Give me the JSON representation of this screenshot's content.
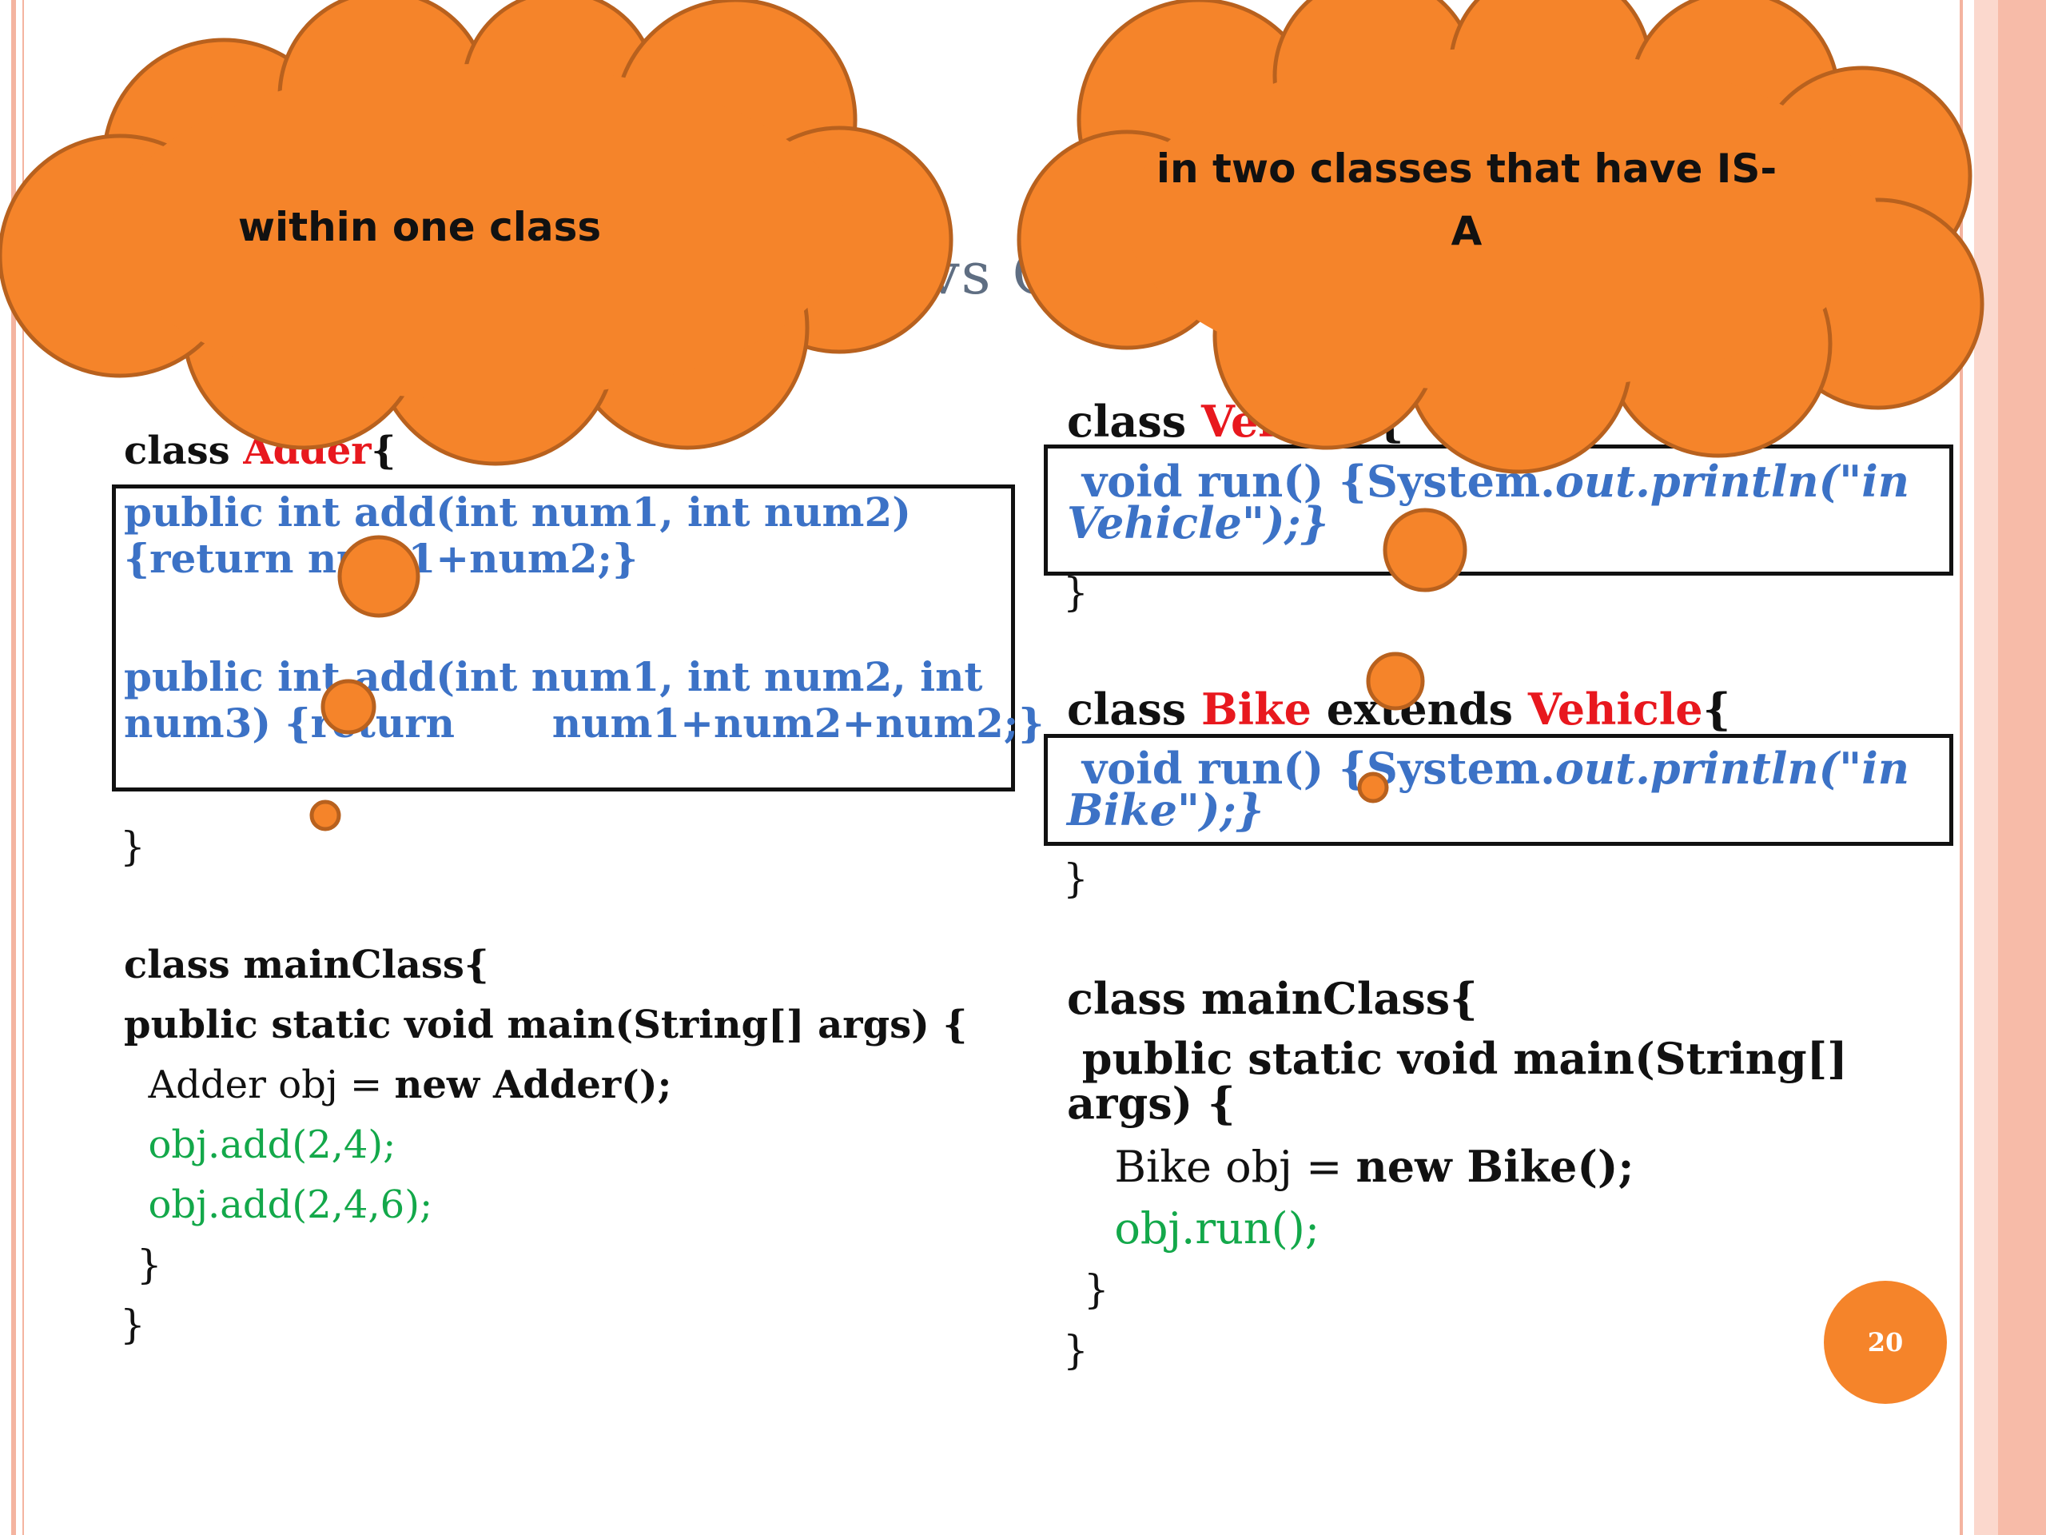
{
  "slide": {
    "title_fragment": "vs O",
    "page_number": "20"
  },
  "clouds": {
    "left_text": "within one class",
    "right_text_line1": "in two classes that have IS-",
    "right_text_line2": "A"
  },
  "left_code": {
    "class_kw": "class ",
    "class_name": "Adder",
    "class_brace": "{",
    "m1_line1": "public int add(int num1, int num2)",
    "m1_line2": "{return num1+num2;}",
    "m2_line1": "public int add(int num1, int num2, int",
    "m2_line2": "num3) {return       num1+num2+num2;}",
    "close1": "}",
    "main_class": "class mainClass{",
    "main_sig": "public static void main(String[] args) {",
    "obj_decl_plain": "  Adder obj = ",
    "obj_decl_bold": "new Adder();",
    "call1": "  obj.add(2,4);",
    "call2": "  obj.add(2,4,6);",
    "close2": " }",
    "close3": "}"
  },
  "right_code": {
    "class_kw": "class ",
    "class_name": "Vehicle",
    "class_brace": "{",
    "v_line1_a": " void run() {System.",
    "v_line1_b": "out.println(\"in",
    "v_line2": "Vehicle\");}",
    "close1": "}",
    "bike_kw": "class ",
    "bike_name": "Bike",
    "bike_extends": " extends ",
    "bike_parent": "Vehicle",
    "bike_brace": "{",
    "b_line1_a": " void run() {System.",
    "b_line1_b": "out.println(\"in",
    "b_line2": "Bike\");}",
    "close2": "}",
    "main_class": "class mainClass{",
    "main_sig1": " public static void main(String[]",
    "main_sig2": "args) {",
    "obj_decl_plain": "  Bike obj = ",
    "obj_decl_bold": "new Bike();",
    "call1": "  obj.run();",
    "close3": " }",
    "close4": "}"
  },
  "colors": {
    "cloud_fill": "#f5842a",
    "cloud_stroke": "#b8611e",
    "keyword_red": "#e8181e",
    "code_blue": "#3c72c6",
    "call_green": "#13a84a"
  }
}
